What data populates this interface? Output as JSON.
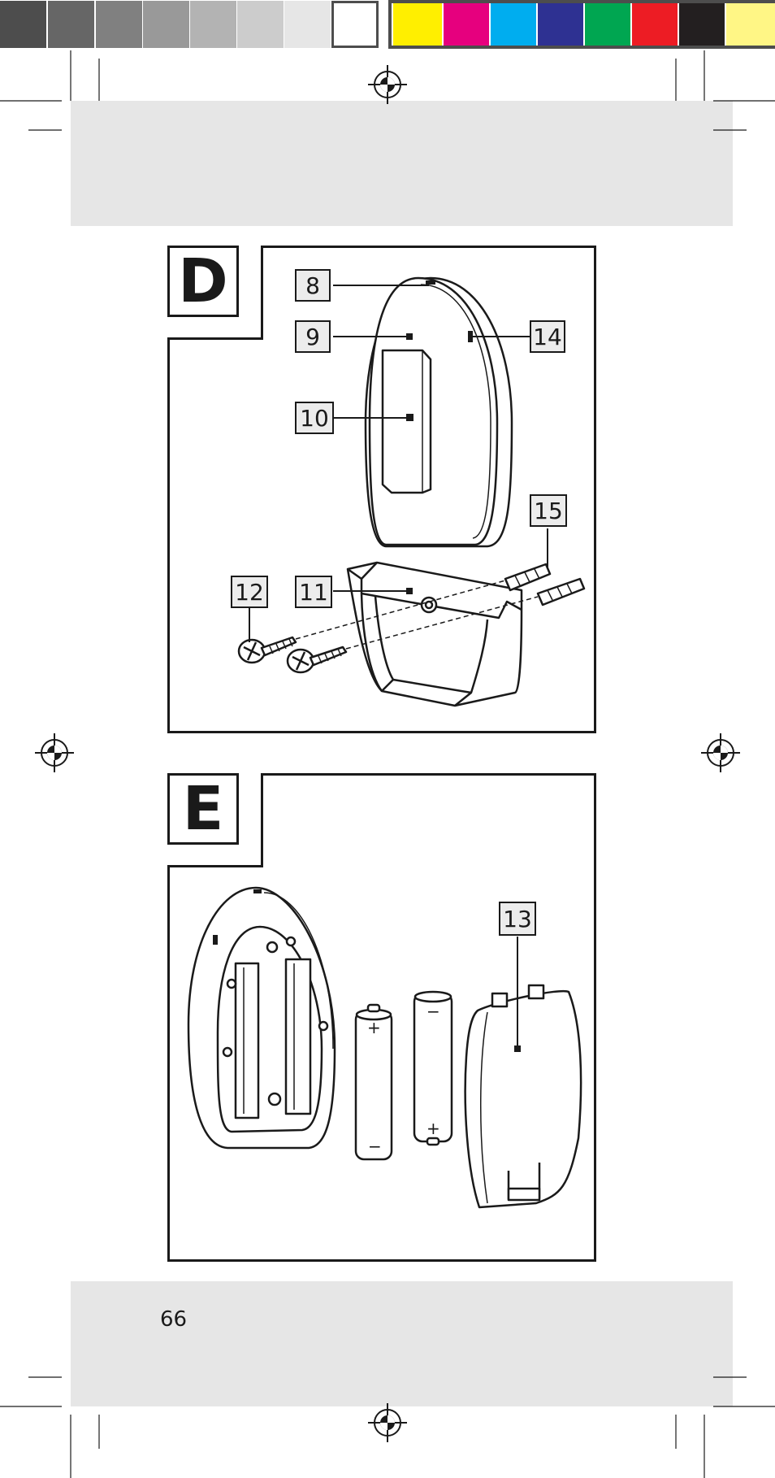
{
  "color_bar": {
    "grays": [
      "#4d4d4d",
      "#666666",
      "#808080",
      "#999999",
      "#b3b3b3",
      "#cccccc",
      "#e6e6e6",
      "#ffffff"
    ],
    "process": [
      "#ffef00",
      "#e6007e",
      "#00adef",
      "#2e3192",
      "#00a651",
      "#ed1c24",
      "#231f20",
      "#fff685"
    ]
  },
  "figure_d": {
    "letter": "D",
    "callouts": [
      "8",
      "9",
      "14",
      "10",
      "15",
      "12",
      "11"
    ]
  },
  "figure_e": {
    "letter": "E",
    "callouts": [
      "13"
    ],
    "battery_marks": [
      "+",
      "−",
      "−",
      "+"
    ]
  },
  "page_number": "66"
}
